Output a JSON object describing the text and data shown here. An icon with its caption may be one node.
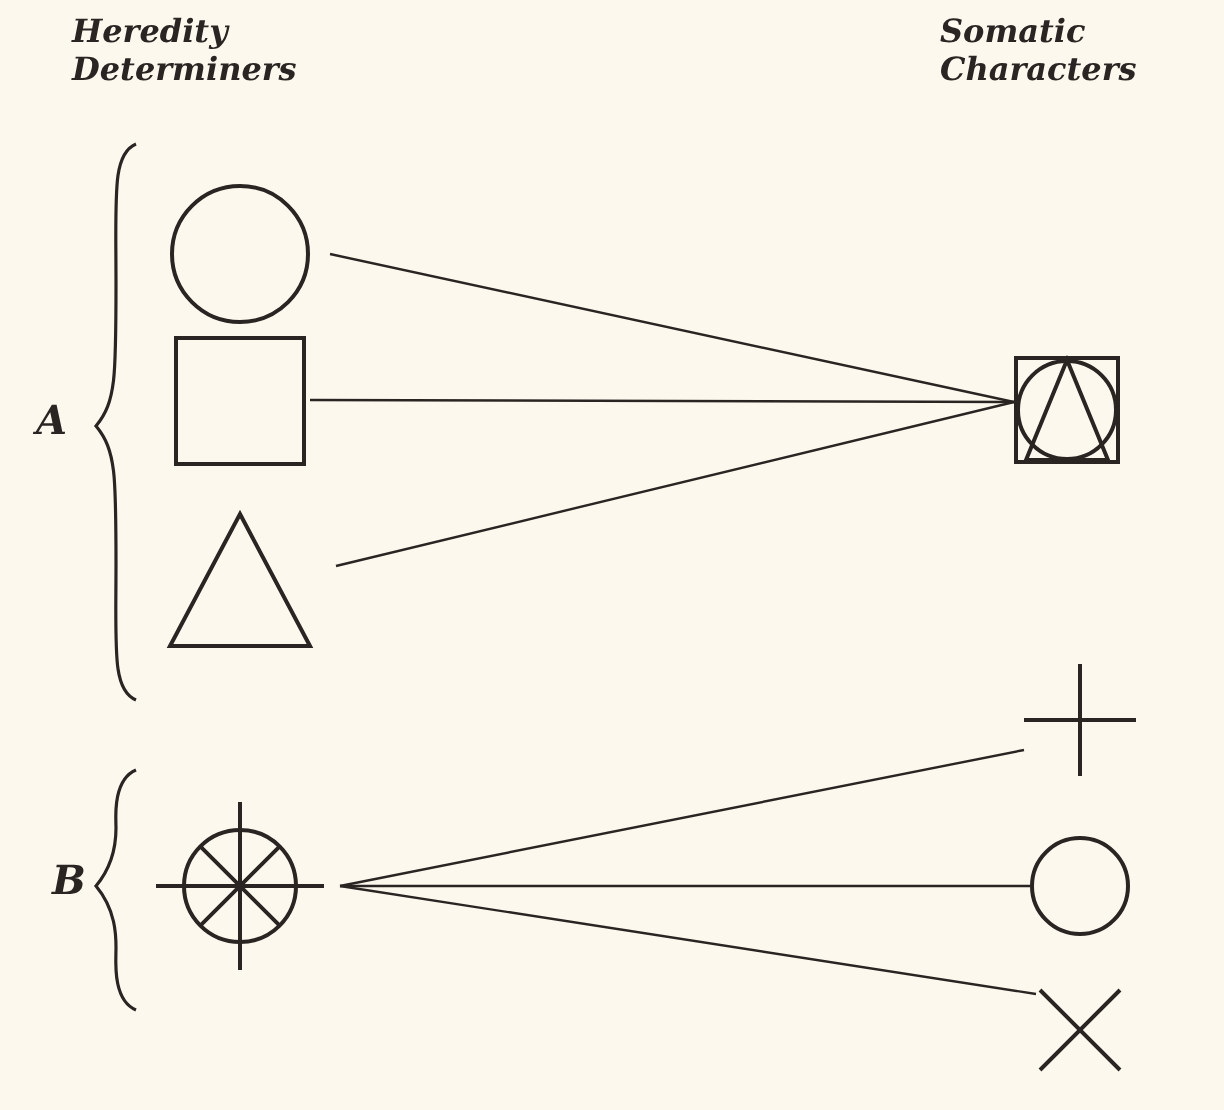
{
  "diagram": {
    "nodes": [
      {
        "text": [],
        "shape": "circle"
      },
      {
        "text": [],
        "shape": "box"
      },
      {
        "text": [],
        "shape": "triangle"
      },
      {
        "text": [],
        "shape": "picture"
      },
      {
        "text": [],
        "shape": "circle"
      },
      {
        "text": [],
        "shape": "plus"
      },
      {
        "text": [],
        "shape": "circle"
      },
      {
        "text": [],
        "shape": "cross"
      }
    ],
    "edges": [
      {
        "from": 0,
        "to": 3,
        "arrow": "none"
      },
      {
        "from": 1,
        "to": 3,
        "arrow": "none"
      },
      {
        "from": 2,
        "to": 3,
        "arrow": "none"
      },
      {
        "from": 4,
        "to": 5,
        "arrow": "none"
      },
      {
        "from": 4,
        "to": 6,
        "arrow": "none"
      },
      {
        "from": 4,
        "to": 7,
        "arrow": "none"
      }
    ],
    "labels": [
      "Heredity Determiners",
      "Somatic Characters",
      "A",
      "B"
    ]
  }
}
